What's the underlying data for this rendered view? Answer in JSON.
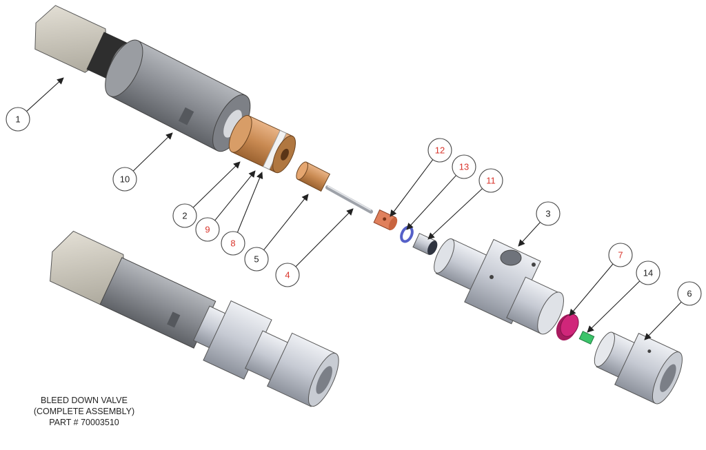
{
  "caption": {
    "line1": "BLEED DOWN VALVE",
    "line2": "(COMPLETE ASSEMBLY)",
    "line3": "PART # 70003510"
  },
  "colors": {
    "black_label": "#222222",
    "red_label": "#d9342b",
    "steel": "#c9cdd6",
    "body_gray": "#8a8d93",
    "bronze": "#c98a52",
    "copper": "#e0805c",
    "blue_ring": "#5560c8",
    "magenta": "#d0267a",
    "green": "#3cc46a"
  },
  "callouts": [
    {
      "label": "1",
      "color": "black"
    },
    {
      "label": "10",
      "color": "black"
    },
    {
      "label": "2",
      "color": "black"
    },
    {
      "label": "9",
      "color": "red"
    },
    {
      "label": "8",
      "color": "red"
    },
    {
      "label": "5",
      "color": "black"
    },
    {
      "label": "4",
      "color": "red"
    },
    {
      "label": "12",
      "color": "red"
    },
    {
      "label": "13",
      "color": "red"
    },
    {
      "label": "11",
      "color": "red"
    },
    {
      "label": "3",
      "color": "black"
    },
    {
      "label": "7",
      "color": "red"
    },
    {
      "label": "14",
      "color": "black"
    },
    {
      "label": "6",
      "color": "black"
    }
  ]
}
